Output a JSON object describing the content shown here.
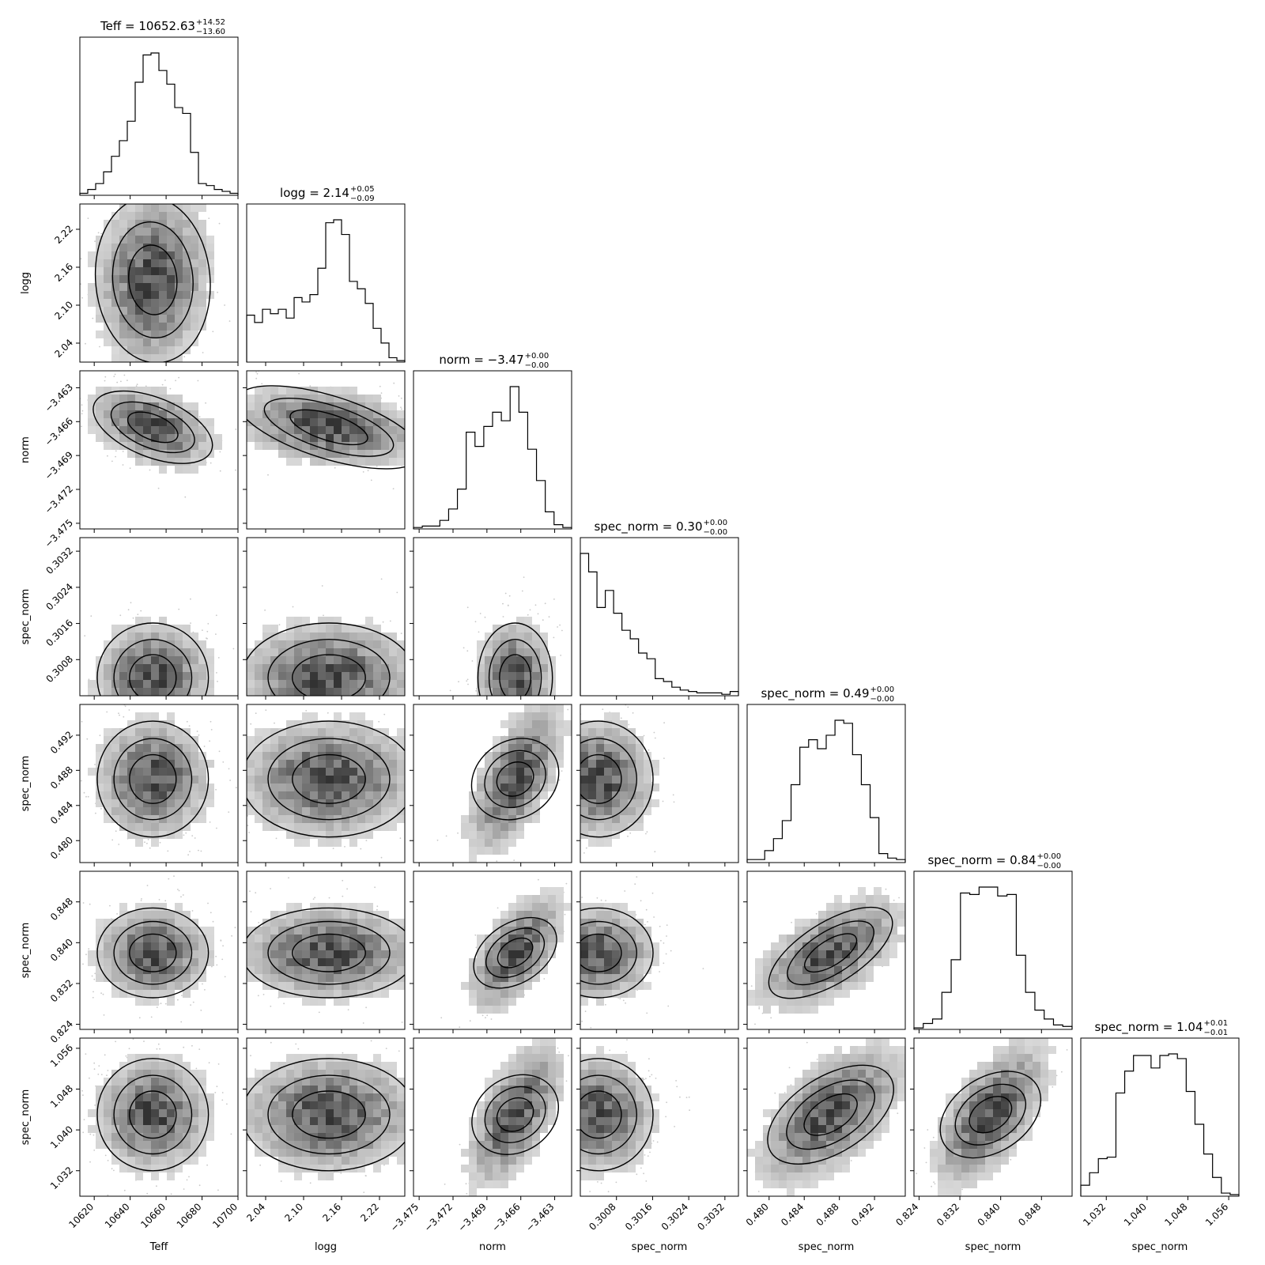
{
  "chart_data": {
    "type": "corner",
    "params": [
      {
        "key": "teff",
        "label": "Teff",
        "title": "Teff = 10652.63",
        "sup": "+14.52",
        "sub": "−13.60",
        "center": 10652.63,
        "err_plus": 14.52,
        "err_minus": 13.6,
        "range": [
          10612,
          10700
        ],
        "ticks": [
          10620,
          10640,
          10660,
          10680,
          10700
        ],
        "tick_labels": [
          "10620",
          "10640",
          "10660",
          "10680",
          "10700"
        ]
      },
      {
        "key": "logg",
        "label": "logg",
        "title": "logg = 2.14",
        "sup": "+0.05",
        "sub": "−0.09",
        "center": 2.14,
        "err_plus": 0.05,
        "err_minus": 0.09,
        "range": [
          2.01,
          2.26
        ],
        "ticks": [
          2.04,
          2.1,
          2.16,
          2.22
        ],
        "tick_labels": [
          "2.04",
          "2.10",
          "2.16",
          "2.22"
        ]
      },
      {
        "key": "norm",
        "label": "norm",
        "title": "norm = −3.47",
        "sup": "+0.00",
        "sub": "−0.00",
        "center": -3.4665,
        "err_plus": 0.0015,
        "err_minus": 0.0015,
        "range": [
          -3.4755,
          -3.4615
        ],
        "ticks": [
          -3.475,
          -3.472,
          -3.469,
          -3.466,
          -3.463
        ],
        "tick_labels": [
          "−3.475",
          "−3.472",
          "−3.469",
          "−3.466",
          "−3.463"
        ]
      },
      {
        "key": "spec1",
        "label": "spec_norm",
        "title": "spec_norm = 0.30",
        "sup": "+0.00",
        "sub": "−0.00",
        "center": 0.3004,
        "err_plus": 0.0008,
        "err_minus": 0.0003,
        "range": [
          0.3,
          0.3035
        ],
        "ticks": [
          0.3008,
          0.3016,
          0.3024,
          0.3032
        ],
        "tick_labels": [
          "0.3008",
          "0.3016",
          "0.3024",
          "0.3032"
        ]
      },
      {
        "key": "spec2",
        "label": "spec_norm",
        "title": "spec_norm = 0.49",
        "sup": "+0.00",
        "sub": "−0.00",
        "center": 0.487,
        "err_plus": 0.003,
        "err_minus": 0.003,
        "range": [
          0.4775,
          0.4955
        ],
        "ticks": [
          0.48,
          0.484,
          0.488,
          0.492
        ],
        "tick_labels": [
          "0.480",
          "0.484",
          "0.488",
          "0.492"
        ]
      },
      {
        "key": "spec3",
        "label": "spec_norm",
        "title": "spec_norm = 0.84",
        "sup": "+0.00",
        "sub": "−0.00",
        "center": 0.838,
        "err_plus": 0.004,
        "err_minus": 0.004,
        "range": [
          0.823,
          0.854
        ],
        "ticks": [
          0.824,
          0.832,
          0.84,
          0.848
        ],
        "tick_labels": [
          "0.824",
          "0.832",
          "0.840",
          "0.848"
        ]
      },
      {
        "key": "spec4",
        "label": "spec_norm",
        "title": "spec_norm = 1.04",
        "sup": "+0.01",
        "sub": "−0.01",
        "center": 1.043,
        "err_plus": 0.005,
        "err_minus": 0.005,
        "range": [
          1.027,
          1.058
        ],
        "ticks": [
          1.032,
          1.04,
          1.048,
          1.056
        ],
        "tick_labels": [
          "1.032",
          "1.040",
          "1.048",
          "1.056"
        ]
      }
    ],
    "histograms": [
      [
        1,
        3,
        6,
        12,
        20,
        28,
        38,
        58,
        72,
        73,
        64,
        57,
        45,
        42,
        22,
        6,
        5,
        3,
        2,
        1
      ],
      [
        32,
        27,
        36,
        33,
        36,
        30,
        44,
        41,
        46,
        64,
        95,
        97,
        87,
        55,
        50,
        40,
        23,
        13,
        3,
        1
      ],
      [
        1,
        2,
        2,
        6,
        14,
        28,
        68,
        58,
        72,
        82,
        76,
        100,
        82,
        56,
        34,
        12,
        3,
        1
      ],
      [
        100,
        87,
        62,
        74,
        58,
        46,
        40,
        30,
        26,
        12,
        10,
        6,
        4,
        3,
        2,
        2,
        2,
        1,
        3
      ],
      [
        2,
        2,
        8,
        16,
        28,
        52,
        77,
        82,
        76,
        85,
        95,
        93,
        72,
        52,
        30,
        6,
        3,
        2
      ],
      [
        1,
        4,
        7,
        25,
        47,
        92,
        91,
        96,
        96,
        90,
        91,
        50,
        25,
        13,
        7,
        3,
        2
      ],
      [
        7,
        15,
        24,
        25,
        66,
        80,
        90,
        90,
        82,
        90,
        91,
        88,
        67,
        46,
        27,
        12,
        2,
        1
      ]
    ],
    "grid": false
  }
}
